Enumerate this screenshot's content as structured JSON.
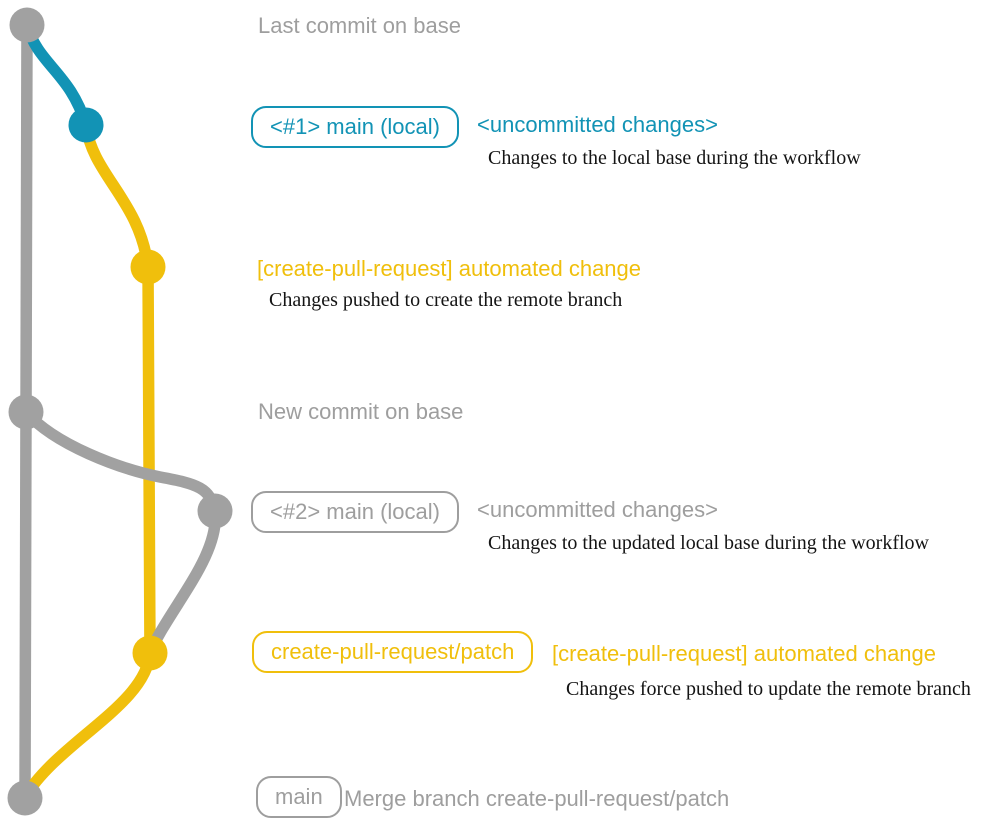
{
  "colors": {
    "graph_gray": "#a1a1a1",
    "label_gray": "#9e9e9e",
    "blue": "#1293b5",
    "yellow": "#f0bf0c",
    "desc_black": "#141414",
    "background": "#ffffff"
  },
  "graph": {
    "commits": [
      {
        "id": "base-last-commit",
        "color": "gray"
      },
      {
        "id": "local-main-1-uncommitted",
        "color": "blue"
      },
      {
        "id": "create-pull-request-automated-commit",
        "color": "yellow"
      },
      {
        "id": "base-new-commit",
        "color": "gray"
      },
      {
        "id": "local-main-2-uncommitted",
        "color": "gray"
      },
      {
        "id": "patch-branch-force-pushed-commit",
        "color": "yellow"
      },
      {
        "id": "merge-commit",
        "color": "gray"
      }
    ]
  },
  "annotations": {
    "last_commit_label": "Last commit on base",
    "badge_main_local_1": "<#1> main (local)",
    "uncommitted_1": "<uncommitted changes>",
    "desc_1": "Changes to the local base during the workflow",
    "automated_change_1": "[create-pull-request] automated change",
    "desc_2": "Changes pushed to create the remote branch",
    "new_commit_label": "New commit on base",
    "badge_main_local_2": "<#2> main (local)",
    "uncommitted_2": "<uncommitted changes>",
    "desc_3": "Changes to the updated local base during the workflow",
    "badge_patch_branch": "create-pull-request/patch",
    "automated_change_2": "[create-pull-request] automated change",
    "desc_4": "Changes force pushed to update the remote branch",
    "badge_main": "main",
    "merge_label": "Merge branch create-pull-request/patch"
  }
}
